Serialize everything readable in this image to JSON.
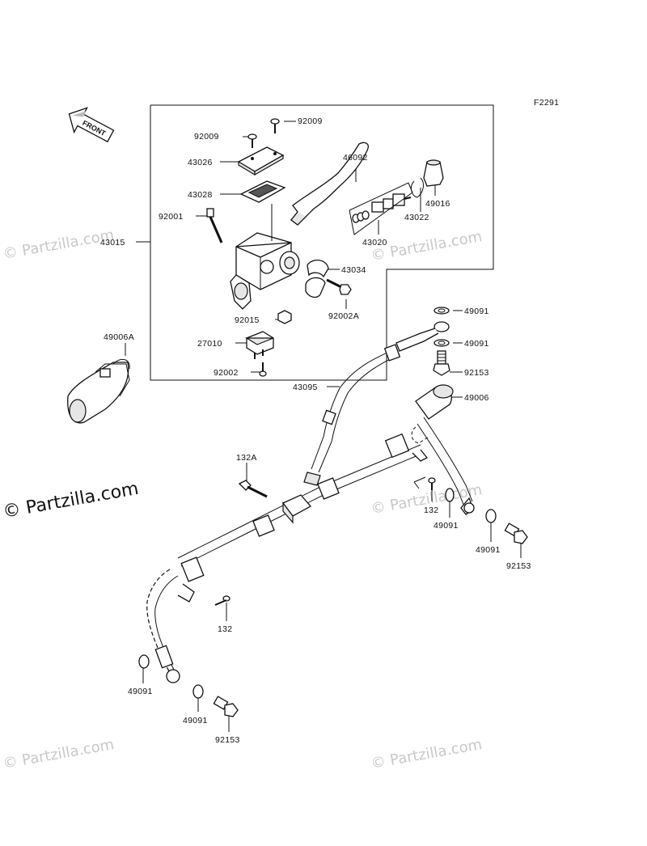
{
  "diagram_id": "F2291",
  "front_label": "FRONT",
  "watermarks": {
    "text": "© Partzilla.com",
    "primary": "© Partzilla.com"
  },
  "parts": {
    "p92009_a": "92009",
    "p92009_b": "92009",
    "p43026": "43026",
    "p46092": "46092",
    "p43028": "43028",
    "p92001": "92001",
    "p43015": "43015",
    "p49016": "49016",
    "p43022": "43022",
    "p43020": "43020",
    "p43034": "43034",
    "p92015": "92015",
    "p92002A": "92002A",
    "p49006A": "49006A",
    "p27010": "27010",
    "p92002": "92002",
    "p49091_1": "49091",
    "p49091_2": "49091",
    "p92153_1": "92153",
    "p43095": "43095",
    "p49006": "49006",
    "p132A": "132A",
    "p132_1": "132",
    "p49091_3": "49091",
    "p49091_4": "49091",
    "p92153_2": "92153",
    "p132_2": "132",
    "p49091_5": "49091",
    "p49091_6": "49091",
    "p92153_3": "92153"
  }
}
